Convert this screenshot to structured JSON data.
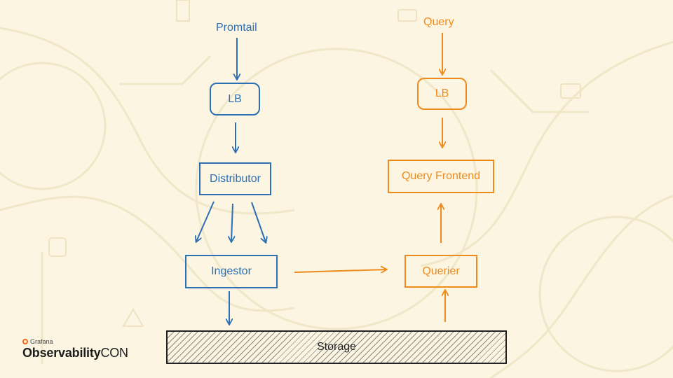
{
  "diagram": {
    "write_path": {
      "source": "Promtail",
      "lb": "LB",
      "distributor": "Distributor",
      "ingestor": "Ingestor"
    },
    "read_path": {
      "source": "Query",
      "lb": "LB",
      "query_frontend": "Query Frontend",
      "querier": "Querier"
    },
    "storage": "Storage"
  },
  "branding": {
    "vendor": "Grafana",
    "event_bold": "Observability",
    "event_rest": "CON"
  },
  "colors": {
    "write_path": "#2e6fb3",
    "read_path": "#ef8a1c",
    "background": "#fbf5e2"
  }
}
